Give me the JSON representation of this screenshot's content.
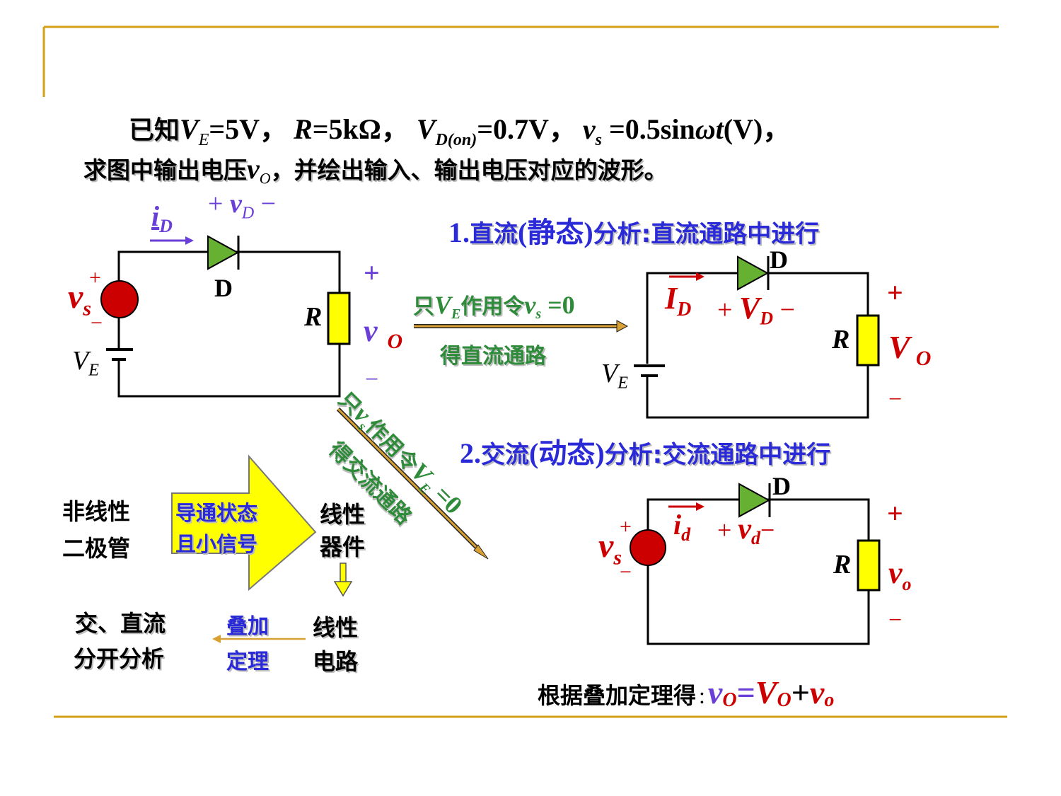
{
  "problem": {
    "line1": {
      "known": "已知",
      "ve_sym": "V",
      "ve_sub": "E",
      "ve_val": "=5V，",
      "r_sym": "R",
      "r_val": "=5kΩ，",
      "vd_sym": "V",
      "vd_sub": "D(on)",
      "vd_val": "=0.7V，",
      "vs_sym": "v",
      "vs_sub": "s",
      "vs_val": " =0.5sin",
      "omega": "ωt",
      "vs_tail": "(V)，"
    },
    "line2": {
      "pre": "求图中输出电压",
      "vo_sym": "v",
      "vo_sub": "O",
      "post": "，并绘出输入、输出电压对应的波形。"
    }
  },
  "circuit_main": {
    "id_sym": "i",
    "id_sub": "D",
    "vd_plus": "+",
    "vd_sym": "v",
    "vd_sub": "D",
    "vd_minus": "−",
    "diode": "D",
    "vs_sym": "v",
    "vs_sub": "s",
    "vs_plus": "+",
    "vs_minus": "−",
    "ve_sym": "V",
    "ve_sub": "E",
    "r": "R",
    "vo_plus": "+",
    "vo_sym": "v",
    "vo_sub": "O",
    "vo_minus": "−"
  },
  "arrow_dc": {
    "top_pre": "只",
    "top_sym": "V",
    "top_sub": "E",
    "top_mid": "作用令",
    "top_sym2": "v",
    "top_sub2": "s",
    "top_post": " =0",
    "bottom": "得直流通路"
  },
  "arrow_ac": {
    "line1_pre": "只",
    "line1_sym": "v",
    "line1_sub": "s",
    "line1_mid": "作用令",
    "line1_sym2": "V",
    "line1_sub2": "E",
    "line1_post": " =0",
    "line2": "得交流通路"
  },
  "dc_section": {
    "heading_num": "1.",
    "heading_a": "直流",
    "heading_b": "(静态)",
    "heading_c": "分析:",
    "heading_d": "直流通路中进行",
    "id_sym": "I",
    "id_sub": "D",
    "diode": "D",
    "vd_plus": "+",
    "vd_sym": "V",
    "vd_sub": "D",
    "vd_minus": "−",
    "ve_sym": "V",
    "ve_sub": "E",
    "r": "R",
    "vo_plus": "+",
    "vo_sym": "V",
    "vo_sub": "O",
    "vo_minus": "−"
  },
  "ac_section": {
    "heading_num": "2.",
    "heading_a": "交流",
    "heading_b": "(动态)",
    "heading_c": "分析:",
    "heading_d": "交流通路中进行",
    "id_sym": "i",
    "id_sub": "d",
    "diode": "D",
    "vd_plus": "+",
    "vd_sym": "v",
    "vd_sub": "d",
    "vd_minus": "−",
    "vs_sym": "v",
    "vs_sub": "s",
    "vs_plus": "+",
    "vs_minus": "−",
    "r": "R",
    "vo_plus": "+",
    "vo_sym": "v",
    "vo_sub": "o",
    "vo_minus": "−"
  },
  "concept": {
    "left1": "非线性",
    "left2": "二极管",
    "arrow1": "导通状态",
    "arrow2": "且小信号",
    "right1": "线性",
    "right2": "器件",
    "bottom_right1": "线性",
    "bottom_right2": "电路",
    "theorem1": "叠加",
    "theorem2": "定理",
    "bottom_left1": "交、直流",
    "bottom_left2": "分开分析"
  },
  "result": {
    "label": "根据叠加定理得",
    "colon": ":",
    "v1_sym": "v",
    "v1_sub": "O",
    "eq": "=",
    "v2_sym": "V",
    "v2_sub": "O",
    "plus": "+",
    "v3_sym": "v",
    "v3_sub": "o"
  },
  "colors": {
    "rule": "#d4a017",
    "diode": "#66b032",
    "resistor": "#ffff00",
    "source": "#cc0000",
    "red_label": "#cc0000",
    "purple_label": "#6a3fd8",
    "blue": "#2a2ad8",
    "green_text": "#2e8b3a",
    "arrow": "#d9a033",
    "yellow_arrow": "#ffff00"
  }
}
